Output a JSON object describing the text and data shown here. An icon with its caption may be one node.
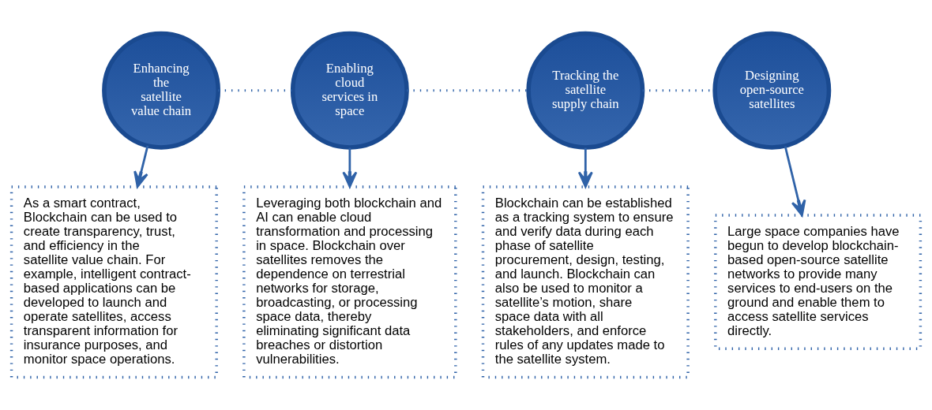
{
  "diagram": {
    "nodes": [
      {
        "text": [
          "Enhancing the satellite value chain"
        ]
      },
      {
        "text": [
          "Enabling cloud services in space"
        ]
      },
      {
        "text": [
          "Tracking the satellite supply chain"
        ]
      },
      {
        "text": [
          "Designing open-source satellites"
        ]
      },
      {
        "text": [
          "As a smart contract, Blockchain can be used to create transparency, trust, and efficiency in the satellite value chain. For example, intelligent contract-based applications can be developed to launch and operate satellites, access transparent information for insurance purposes, and monitor space operations."
        ]
      },
      {
        "text": [
          "Leveraging both blockchain and AI can enable cloud transformation and processing in space. Blockchain over satellites removes the dependence on terrestrial networks for storage, broadcasting, or processing space data, thereby eliminating significant data breaches or distortion vulnerabilities."
        ]
      },
      {
        "text": [
          "Blockchain can be established as a tracking system to ensure and verify data during each phase of satellite procurement, design, testing, and launch. Blockchain can also be used to monitor a satellite’s motion, share space data with all stakeholders, and enforce rules of any updates made to the satellite system."
        ]
      },
      {
        "text": [
          "Large space companies have begun to develop blockchain-based open-source satellite networks to provide many services to end-users on the ground and enable them to access satellite services directly."
        ]
      }
    ],
    "edges": [
      {
        "from": 0,
        "to": 1,
        "arrow": "none",
        "style": "dashed"
      },
      {
        "from": 1,
        "to": 2,
        "arrow": "none",
        "style": "dashed"
      },
      {
        "from": 2,
        "to": 3,
        "arrow": "none",
        "style": "dashed"
      },
      {
        "from": 0,
        "to": 4,
        "arrow": "to"
      },
      {
        "from": 1,
        "to": 5,
        "arrow": "to"
      },
      {
        "from": 2,
        "to": 6,
        "arrow": "to"
      },
      {
        "from": 3,
        "to": 7,
        "arrow": "to"
      }
    ]
  }
}
